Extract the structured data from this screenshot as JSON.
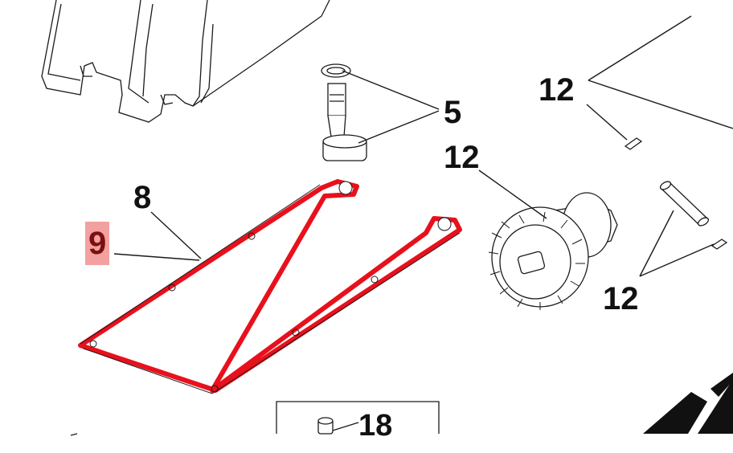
{
  "callouts": [
    {
      "id": "5",
      "text": "5"
    },
    {
      "id": "8",
      "text": "8"
    },
    {
      "id": "9",
      "text": "9"
    },
    {
      "id": "12a",
      "text": "12"
    },
    {
      "id": "12b",
      "text": "12"
    },
    {
      "id": "12c",
      "text": "12"
    },
    {
      "id": "18",
      "text": "18"
    }
  ],
  "colors": {
    "gasket": "#e8101c",
    "highlight_bg": "#f2a0a0",
    "highlight_text": "#7a1010",
    "line": "#1a1a1a"
  }
}
